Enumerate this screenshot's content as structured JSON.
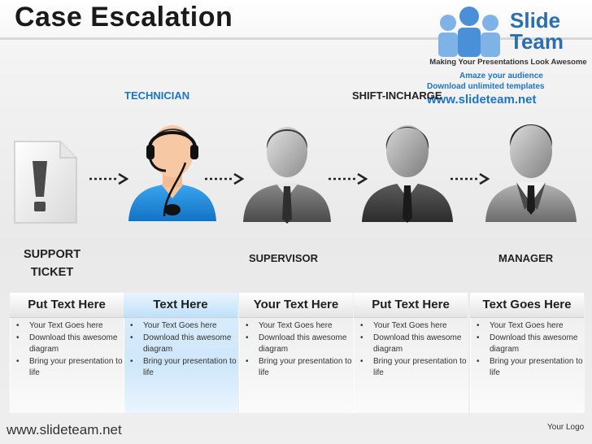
{
  "slide": {
    "title": "Case Escalation",
    "logo": {
      "name_line1": "Slide",
      "name_line2": "Team",
      "tagline": "Making Your Presentations Look Awesome",
      "promo_line1": "Amaze your audience",
      "promo_line2": "Download unlimited templates",
      "promo_url": "www.slideteam.net"
    },
    "roles": {
      "technician": "TECHNICIAN",
      "shift_incharge": "SHIFT-INCHARGE",
      "supervisor": "SUPERVISOR",
      "manager": "MANAGER"
    },
    "ticket": {
      "line1": "SUPPORT",
      "line2": "TICKET"
    },
    "columns": [
      {
        "heading": "Put Text Here",
        "bullets": [
          "Your Text Goes here",
          "Download this awesome diagram",
          "Bring your presentation to life"
        ]
      },
      {
        "heading": "Text Here",
        "bullets": [
          "Your Text Goes here",
          "Download this awesome diagram",
          "Bring your presentation to life"
        ]
      },
      {
        "heading": "Your Text Here",
        "bullets": [
          "Your Text Goes here",
          "Download this awesome diagram",
          "Bring your presentation to life"
        ]
      },
      {
        "heading": "Put Text Here",
        "bullets": [
          "Your Text Goes here",
          "Download this awesome diagram",
          "Bring your presentation to life"
        ]
      },
      {
        "heading": "Text Goes Here",
        "bullets": [
          "Your Text Goes here",
          "Download this awesome diagram",
          "Bring your presentation to life"
        ]
      }
    ],
    "footer": {
      "url": "www.slideteam.net",
      "logo_text": "Your Logo"
    },
    "colors": {
      "accent_blue": "#1c75c9",
      "technician_shirt": "#1e8fe0",
      "highlight_column": "#cfe7fa"
    },
    "icons": [
      "document-warning-icon",
      "technician-headset-icon",
      "supervisor-icon",
      "shift-incharge-icon",
      "manager-icon",
      "dotted-arrow-icon"
    ]
  }
}
